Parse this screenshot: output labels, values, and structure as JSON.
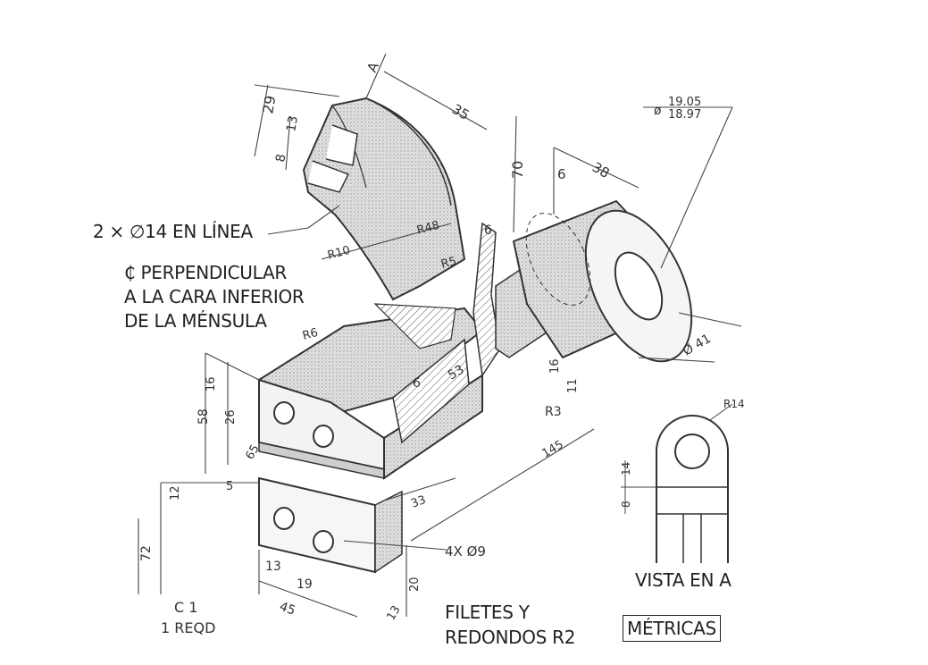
{
  "notes": {
    "holes_note": "2 × ∅14 EN LÍNEA",
    "perp_line1": "₵  PERPENDICULAR",
    "perp_line2": "A LA CARA INFERIOR",
    "perp_line3": "DE LA MÉNSULA",
    "view_a": "VISTA EN A",
    "fillets_line1": "FILETES Y",
    "fillets_line2": "REDONDOS R2",
    "metric_box": "MÉTRICAS"
  },
  "dimensions": {
    "d_top": "29",
    "d_13": "13",
    "d_8": "8",
    "d_35": "35",
    "d_70": "70",
    "d_6a": "6",
    "d_38": "38",
    "dia_max": "19.05",
    "dia_min": "18.97",
    "d_R48": "R48",
    "d_R10": "R10",
    "d_R5": "R5",
    "d_6b": "6",
    "d_R6": "R6",
    "d_6c": "6",
    "d_53": "53",
    "d_41": "Ø 41",
    "d_16a": "16",
    "d_11": "11",
    "d_R3": "R3",
    "d_16b": "16",
    "d_26": "26",
    "d_58": "58",
    "d_65": "65",
    "d_5": "5",
    "d_12": "12",
    "d_145": "145",
    "d_33": "33",
    "d_72": "72",
    "d_4x9": "4X Ø9",
    "d_13b": "13",
    "d_19": "19",
    "d_45": "45",
    "d_20": "20",
    "d_13c": "13",
    "d_R14": "R14",
    "d_14": "14",
    "d_8b": "8",
    "view_letter": "A"
  },
  "title_block": {
    "line1": "C 1",
    "line2": "1 REQD"
  },
  "colors": {
    "ink": "#333333",
    "shade": "#d4d4d4",
    "paper": "#ffffff"
  }
}
